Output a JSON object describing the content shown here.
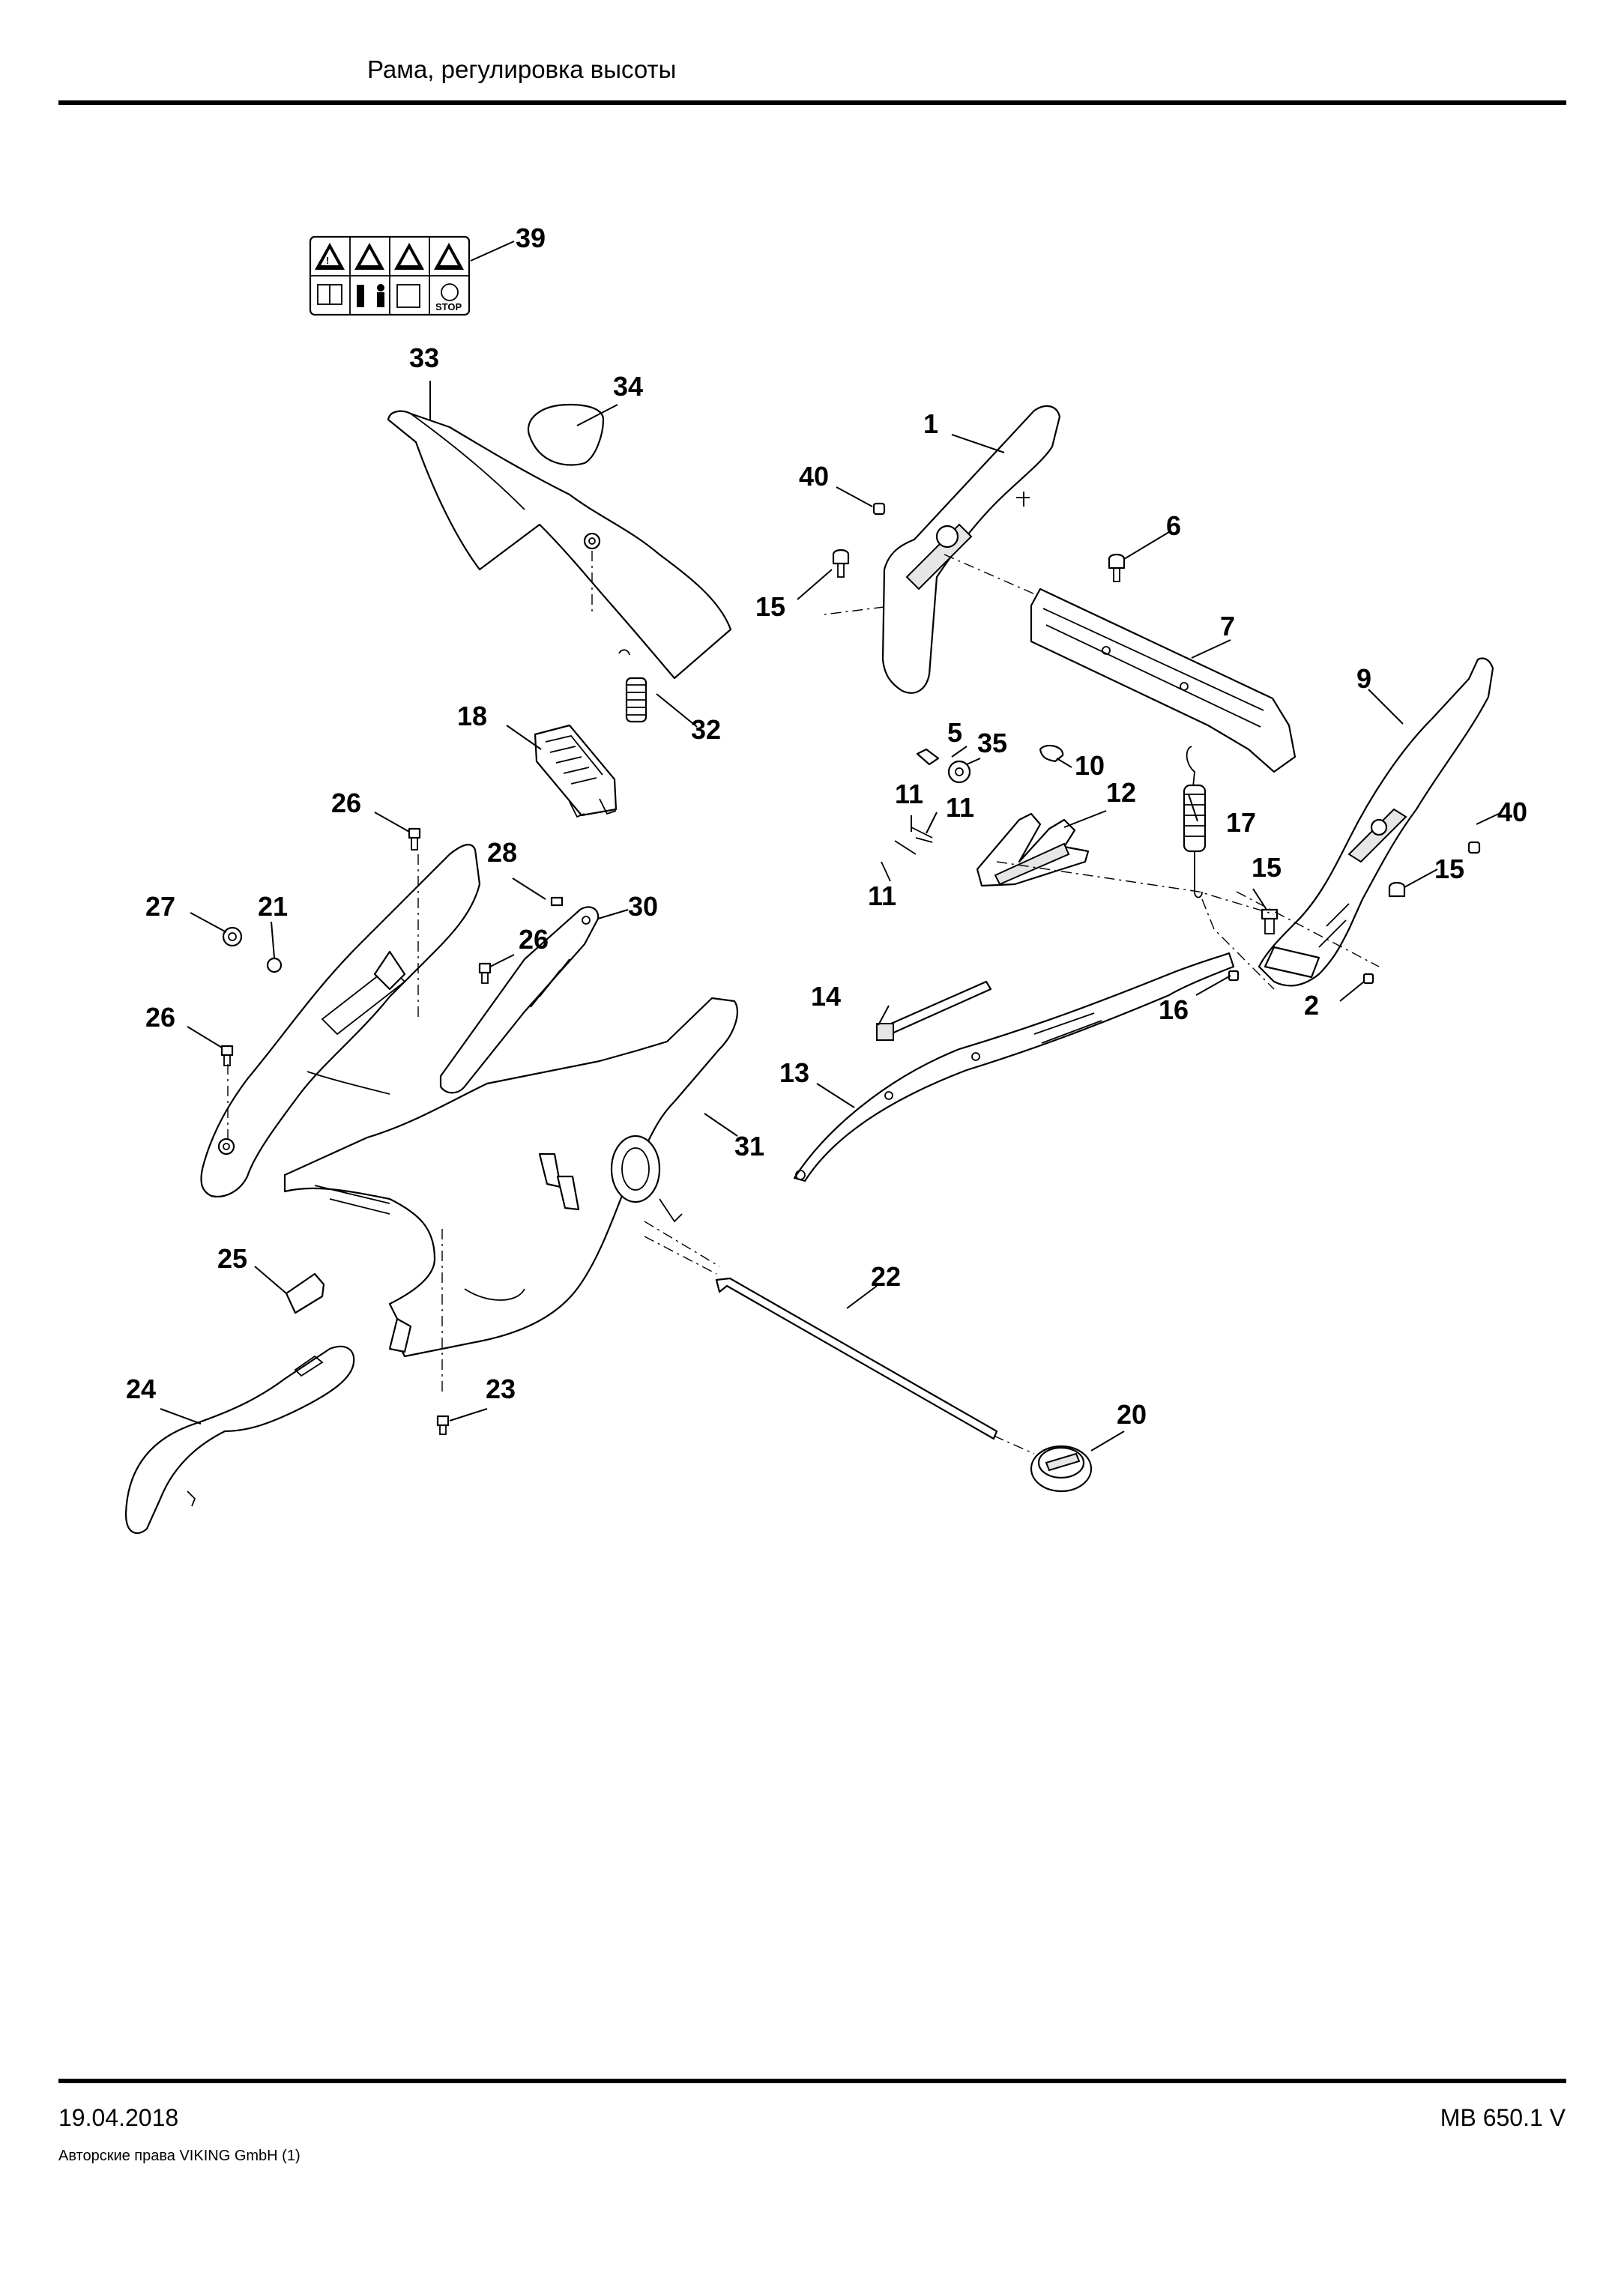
{
  "header": {
    "title": "Рама, регулировка высоты"
  },
  "footer": {
    "date": "19.04.2018",
    "model": "MB 650.1 V",
    "copyright": "Авторские права VIKING GmbH  (1)"
  },
  "decal": {
    "stop_text": "STOP"
  },
  "callouts": [
    "39",
    "33",
    "34",
    "1",
    "40",
    "6",
    "15",
    "7",
    "9",
    "18",
    "32",
    "5",
    "35",
    "10",
    "11",
    "11",
    "12",
    "17",
    "40",
    "26",
    "28",
    "30",
    "15",
    "15",
    "27",
    "21",
    "26",
    "11",
    "14",
    "16",
    "2",
    "26",
    "13",
    "31",
    "25",
    "22",
    "24",
    "23",
    "20"
  ]
}
